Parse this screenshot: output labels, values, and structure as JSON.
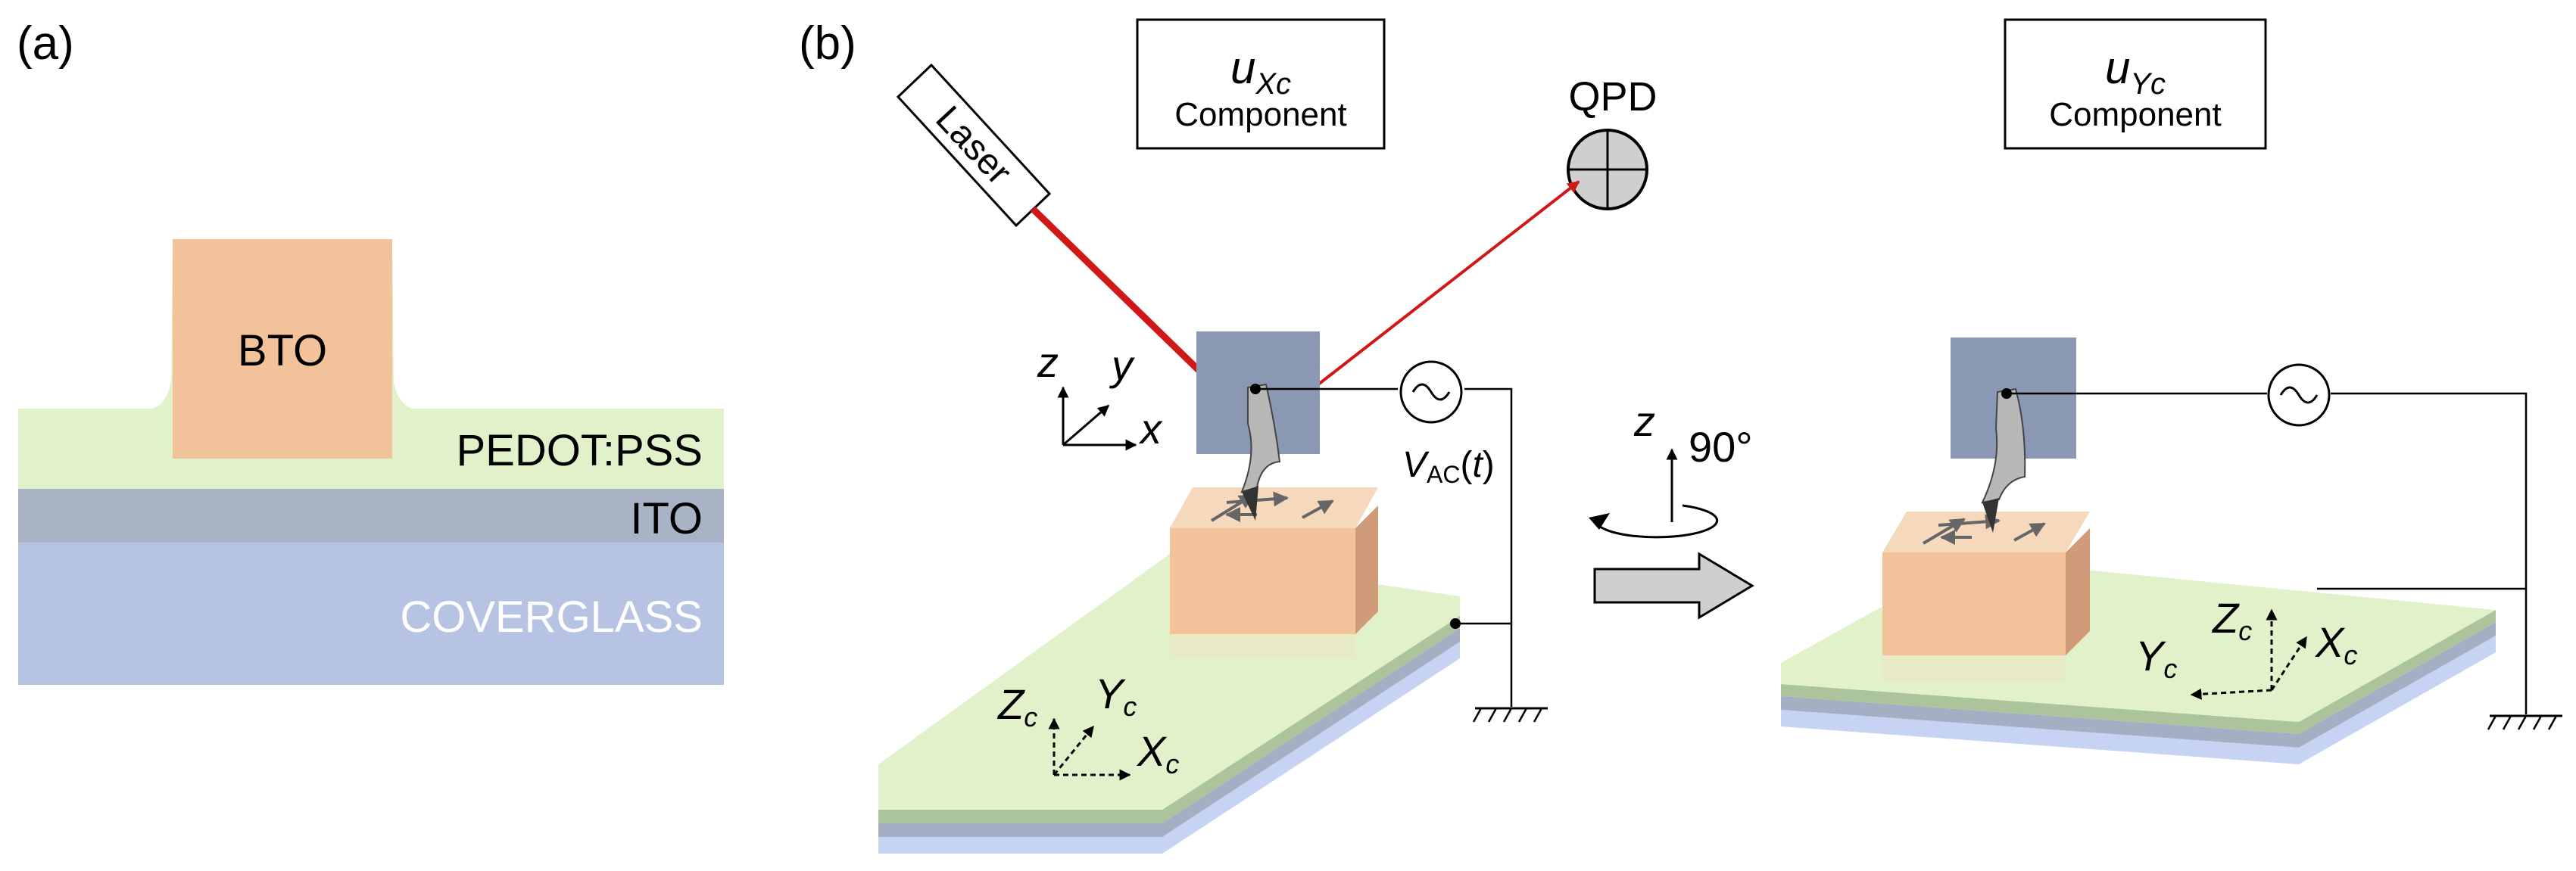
{
  "panel_a": {
    "label": "(a)",
    "layers": {
      "bto": "BTO",
      "pedot": "PEDOT:PSS",
      "ito": "ITO",
      "coverglass": "COVERGLASS"
    }
  },
  "panel_b": {
    "label": "(b)",
    "laser_label": "Laser",
    "qpd_label": "QPD",
    "component_x": {
      "u": "u",
      "sub": "Xc",
      "line2": "Component"
    },
    "component_y": {
      "u": "u",
      "sub": "Yc",
      "line2": "Component"
    },
    "lab_axes": {
      "z": "z",
      "y": "y",
      "x": "x"
    },
    "voltage": {
      "v": "V",
      "sub": "AC",
      "open": "(",
      "t": "t",
      "close": ")"
    },
    "rotation": {
      "axis": "z",
      "angle": "90°"
    },
    "crystal_axes_left": {
      "z": "Z",
      "y": "Y",
      "x": "X",
      "sub": "c"
    },
    "crystal_axes_right": {
      "z": "Z",
      "y": "Y",
      "x": "X",
      "sub": "c"
    }
  },
  "colors": {
    "bto": "#f2c39a",
    "pedot": "#e1f2cb",
    "ito": "#a8b3c6",
    "coverglass": "#b6c3e2",
    "laser": "#d01818",
    "piezo_block": "#8a98b3",
    "cantilever": "#a0a0a0",
    "arrow_fill": "#cfcfcf"
  }
}
